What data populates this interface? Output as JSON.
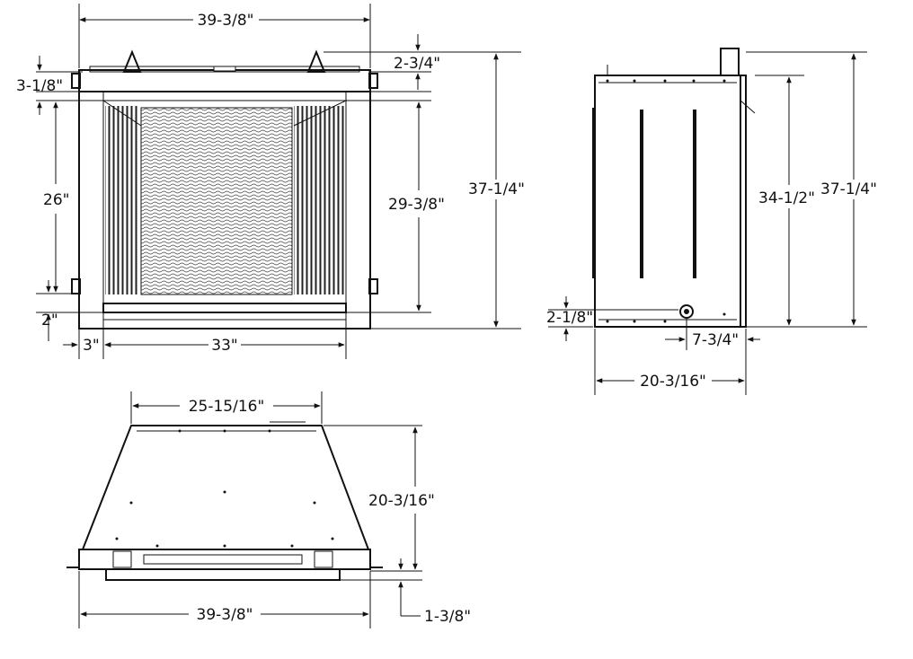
{
  "front_view": {
    "overall_width": "39-3/8\"",
    "top_offset": "2-3/4\"",
    "left_top_offset": "3-1/8\"",
    "inner_height_left": "26\"",
    "inner_height_right": "29-3/8\"",
    "overall_height": "37-1/4\"",
    "bottom_offset": "2\"",
    "side_margin": "3\"",
    "opening_width": "33\""
  },
  "side_view": {
    "inner_height": "34-1/2\"",
    "overall_height": "37-1/4\"",
    "gas_inlet_height": "2-1/8\"",
    "gas_inlet_offset": "7-3/4\"",
    "depth": "20-3/16\""
  },
  "top_view": {
    "rear_width": "25-15/16\"",
    "depth": "20-3/16\"",
    "front_width": "39-3/8\"",
    "flange": "1-3/8\""
  }
}
